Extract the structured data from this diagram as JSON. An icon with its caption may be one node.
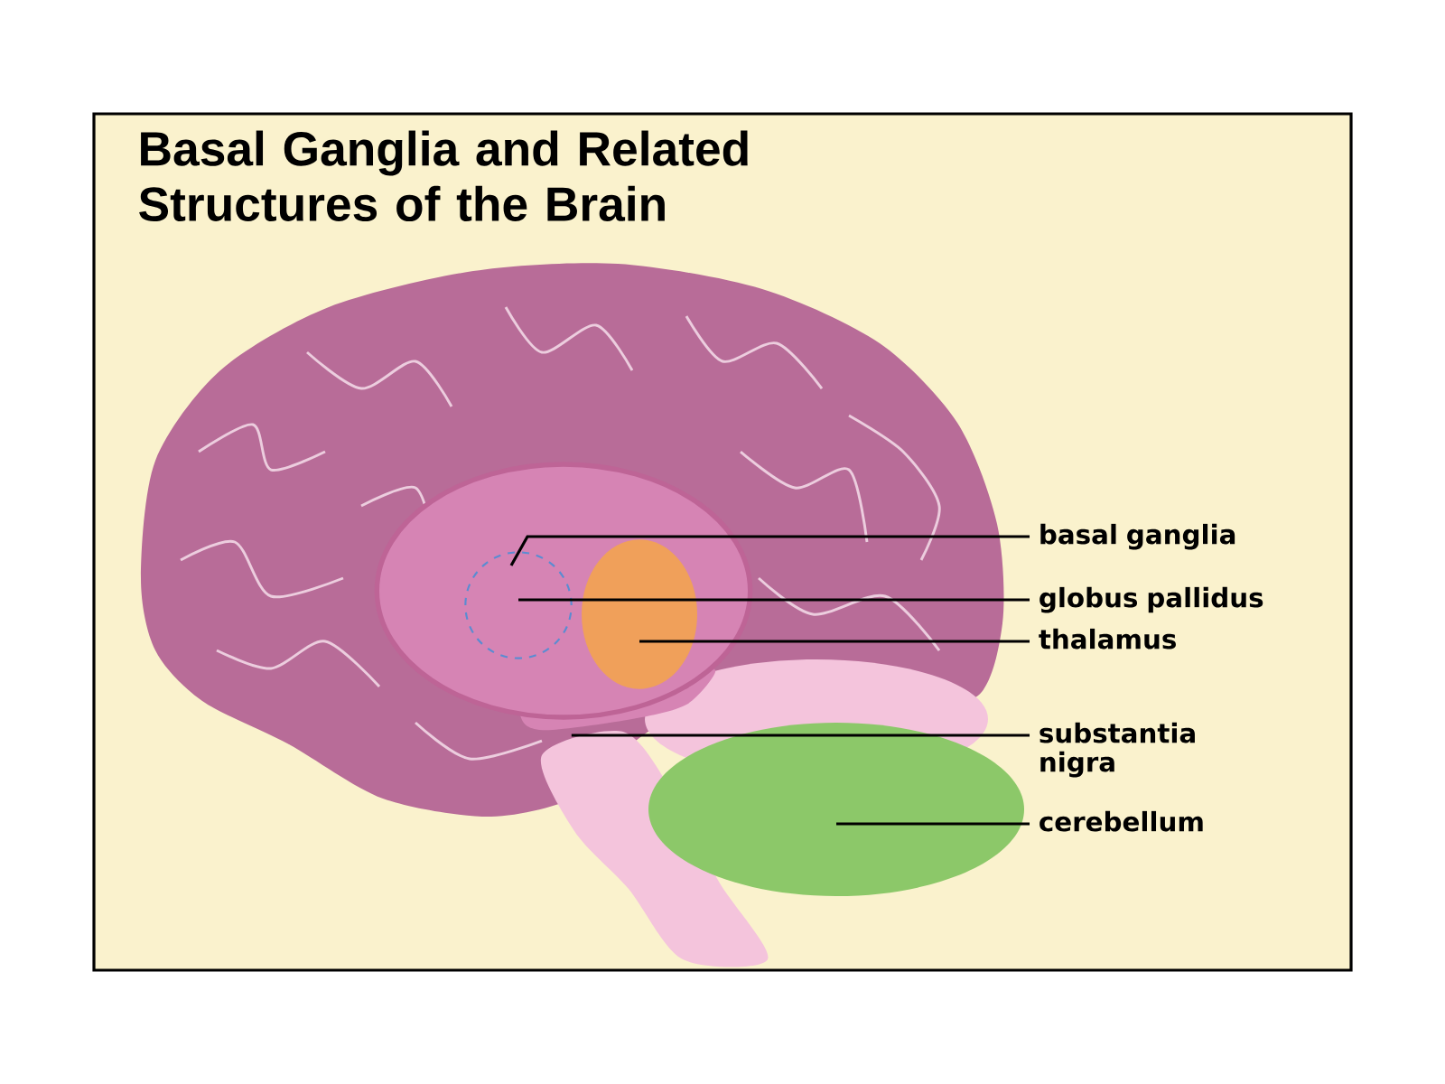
{
  "diagram": {
    "title": "Basal Ganglia and Related Structures of the Brain",
    "nodes": [
      {
        "text": [
          "basal ganglia"
        ]
      },
      {
        "text": [
          "globus pallidus"
        ]
      },
      {
        "text": [
          "thalamus"
        ]
      },
      {
        "text": [
          "substantia nigra"
        ]
      },
      {
        "text": [
          "cerebellum"
        ]
      },
      {
        "text": [],
        "shape": "picture"
      },
      {
        "text": [],
        "shape": "circle",
        "in": 5
      },
      {
        "text": [],
        "shape": "picture",
        "in": 5
      },
      {
        "text": [],
        "shape": "picture"
      },
      {
        "text": [],
        "shape": "picture"
      }
    ],
    "edges": [
      {
        "from": 0,
        "to": 5,
        "arrow": "none"
      },
      {
        "from": 1,
        "to": 6,
        "arrow": "none"
      },
      {
        "from": 2,
        "to": 7,
        "arrow": "none"
      },
      {
        "from": 3,
        "to": 9,
        "arrow": "none"
      },
      {
        "from": 4,
        "to": 8,
        "arrow": "none"
      }
    ]
  }
}
